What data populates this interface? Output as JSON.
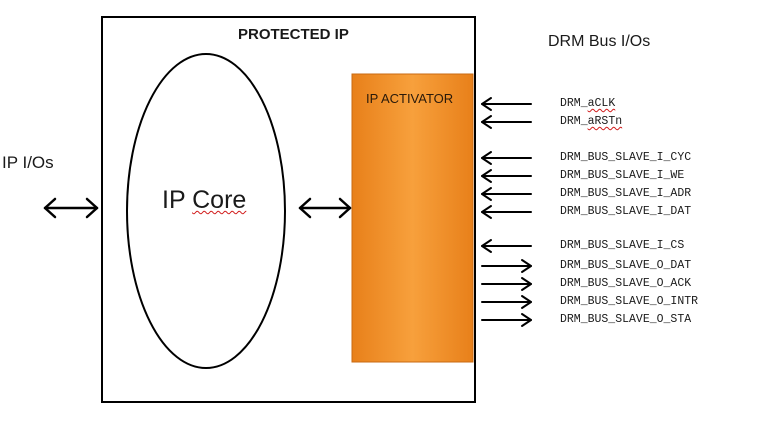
{
  "titles": {
    "protected_ip": "PROTECTED IP",
    "bus_ios": "DRM Bus I/Os",
    "ip_ios": "IP I/Os",
    "ip_core_word1": "IP",
    "ip_core_word2": "Core",
    "ip_activator": "IP ACTIVATOR"
  },
  "colors": {
    "activator_fill_top": "#f7a03c",
    "activator_fill_bottom": "#e8801a",
    "activator_edge": "#c96a12",
    "line": "#000000",
    "spell_check": "#d11a1a"
  },
  "signals": [
    {
      "name": "DRM_aCLK",
      "direction": "in",
      "spellcheck": true
    },
    {
      "name": "DRM_aRSTn",
      "direction": "in",
      "spellcheck": true
    },
    {
      "name": "DRM_BUS_SLAVE_I_CYC",
      "direction": "in",
      "spellcheck": false
    },
    {
      "name": "DRM_BUS_SLAVE_I_WE",
      "direction": "in",
      "spellcheck": false
    },
    {
      "name": "DRM_BUS_SLAVE_I_ADR",
      "direction": "in",
      "spellcheck": false
    },
    {
      "name": "DRM_BUS_SLAVE_I_DAT",
      "direction": "in",
      "spellcheck": false
    },
    {
      "name": "DRM_BUS_SLAVE_I_CS",
      "direction": "in",
      "spellcheck": false
    },
    {
      "name": "DRM_BUS_SLAVE_O_DAT",
      "direction": "out",
      "spellcheck": false
    },
    {
      "name": "DRM_BUS_SLAVE_O_ACK",
      "direction": "out",
      "spellcheck": false
    },
    {
      "name": "DRM_BUS_SLAVE_O_INTR",
      "direction": "out",
      "spellcheck": false
    },
    {
      "name": "DRM_BUS_SLAVE_O_STA",
      "direction": "out",
      "spellcheck": false
    }
  ]
}
